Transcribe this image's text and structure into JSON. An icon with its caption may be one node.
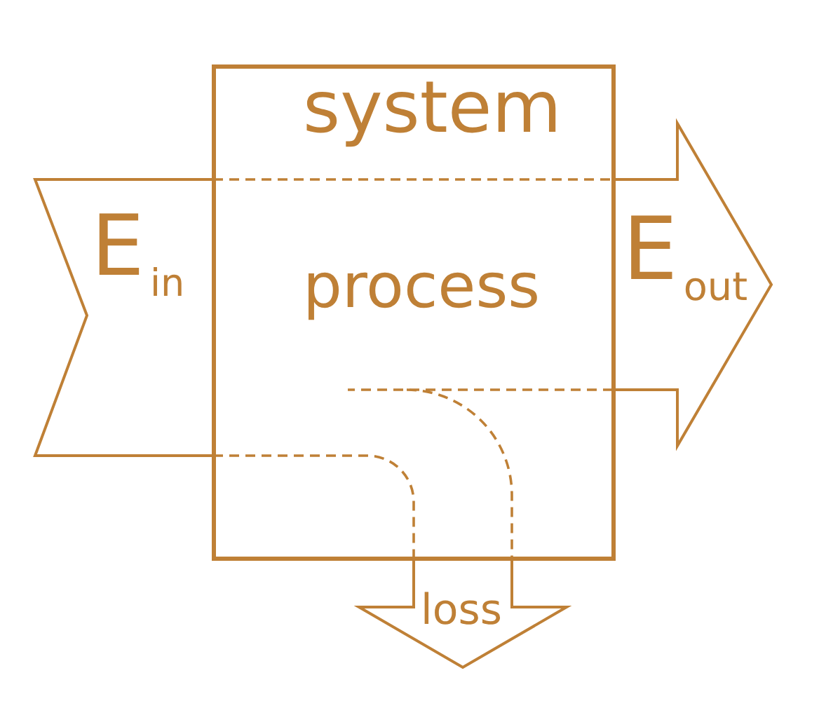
{
  "diagram": {
    "nodes": [
      {
        "text": [
          "system",
          "process"
        ]
      },
      {
        "text": [
          "E$_{in}$"
        ]
      },
      {
        "text": [
          "E$_{out}$"
        ]
      },
      {
        "text": [
          "loss"
        ]
      }
    ]
  }
}
